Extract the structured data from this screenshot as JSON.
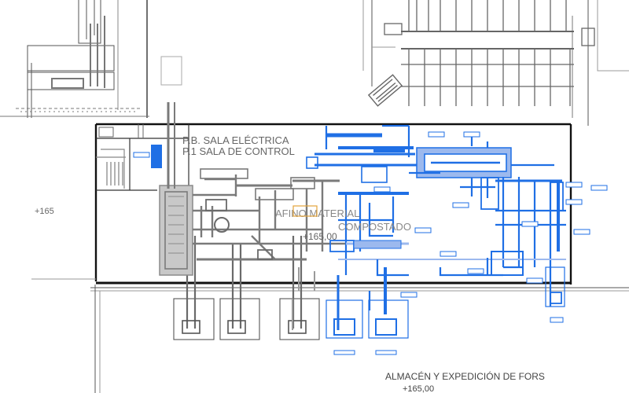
{
  "drawing": {
    "labels": {
      "electrical_room": "P.B. SALA ELÉCTRICA",
      "control_room": "P.1 SALA DE CONTROL",
      "left_level": "+165",
      "refining_line": "AFINO MATERIAL",
      "compost_area": "COMPOSTADO",
      "center_level": "+165,00",
      "warehouse": "ALMACÉN Y EXPEDICIÓN DE FORS",
      "warehouse_level": "+165,00"
    },
    "colors": {
      "background": "#ffffff",
      "wall": "#111111",
      "structure": "#555555",
      "equipment_gray": "#7a7a7a",
      "equipment_blue": "#1f6fe5",
      "highlight_blue": "#9cb9ee",
      "highlight_gray": "#c8c8c8",
      "label_gray": "#666666",
      "overlay_orange": "#e3a43b"
    }
  }
}
